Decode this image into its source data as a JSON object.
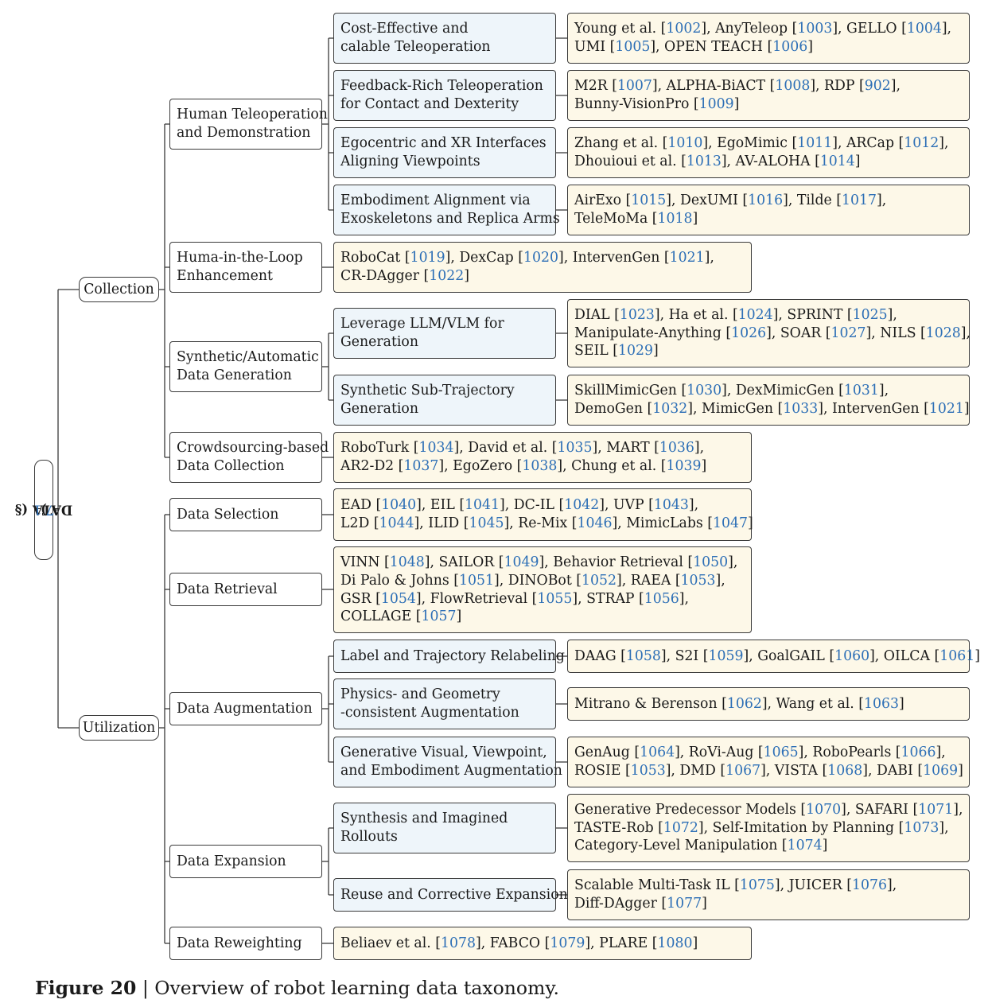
{
  "root": {
    "label": "DATA (§ ",
    "ref": "7.1",
    "suffix": ")"
  },
  "caption": {
    "label": "Figure 20",
    "sep": " | ",
    "text": "Overview of robot learning data taxonomy."
  },
  "groups": [
    {
      "id": "collection",
      "label": "Collection",
      "categories": [
        {
          "id": "teleop",
          "label": [
            "Human Teleoperation",
            "and Demonstration"
          ],
          "subs": [
            {
              "label": [
                "Cost-Effective and",
                "calable Teleoperation"
              ],
              "refs": [
                [
                  [
                    "Young et al. ",
                    "1002"
                  ],
                  [
                    "AnyTeleop ",
                    "1003"
                  ],
                  [
                    "GELLO ",
                    "1004"
                  ]
                ],
                [
                  [
                    "UMI ",
                    "1005"
                  ],
                  [
                    "OPEN TEACH ",
                    "1006"
                  ]
                ]
              ]
            },
            {
              "label": [
                "Feedback-Rich Teleoperation",
                "for Contact and Dexterity"
              ],
              "refs": [
                [
                  [
                    "M2R ",
                    "1007"
                  ],
                  [
                    "ALPHA-BiACT ",
                    "1008"
                  ],
                  [
                    "RDP ",
                    "902"
                  ]
                ],
                [
                  [
                    "Bunny-VisionPro ",
                    "1009"
                  ]
                ]
              ]
            },
            {
              "label": [
                "Egocentric and XR Interfaces",
                "Aligning Viewpoints"
              ],
              "refs": [
                [
                  [
                    "Zhang et al. ",
                    "1010"
                  ],
                  [
                    "EgoMimic ",
                    "1011"
                  ],
                  [
                    "ARCap ",
                    "1012"
                  ]
                ],
                [
                  [
                    "Dhouioui et al. ",
                    "1013"
                  ],
                  [
                    "AV-ALOHA ",
                    "1014"
                  ]
                ]
              ]
            },
            {
              "label": [
                "Embodiment Alignment via",
                "Exoskeletons and Replica Arms"
              ],
              "refs": [
                [
                  [
                    "AirExo ",
                    "1015"
                  ],
                  [
                    "DexUMI ",
                    "1016"
                  ],
                  [
                    "Tilde ",
                    "1017"
                  ]
                ],
                [
                  [
                    "TeleMoMa ",
                    "1018"
                  ]
                ]
              ]
            }
          ]
        },
        {
          "id": "hitl",
          "label": [
            "Huma-in-the-Loop",
            "Enhancement"
          ],
          "refs": [
            [
              [
                "RoboCat ",
                "1019"
              ],
              [
                "DexCap ",
                "1020"
              ],
              [
                "IntervenGen ",
                "1021"
              ]
            ],
            [
              [
                "CR-DAgger ",
                "1022"
              ]
            ]
          ]
        },
        {
          "id": "synthetic",
          "label": [
            "Synthetic/Automatic",
            "Data Generation"
          ],
          "subs": [
            {
              "label": [
                "Leverage LLM/VLM for",
                "Generation"
              ],
              "refs": [
                [
                  [
                    "DIAL ",
                    "1023"
                  ],
                  [
                    "Ha et al. ",
                    "1024"
                  ],
                  [
                    "SPRINT ",
                    "1025"
                  ]
                ],
                [
                  [
                    "Manipulate-Anything ",
                    "1026"
                  ],
                  [
                    "SOAR ",
                    "1027"
                  ],
                  [
                    "NILS ",
                    "1028"
                  ]
                ],
                [
                  [
                    "SEIL ",
                    "1029"
                  ]
                ]
              ]
            },
            {
              "label": [
                "Synthetic Sub-Trajectory",
                "Generation"
              ],
              "refs": [
                [
                  [
                    "SkillMimicGen ",
                    "1030"
                  ],
                  [
                    "DexMimicGen ",
                    "1031"
                  ]
                ],
                [
                  [
                    "DemoGen ",
                    "1032"
                  ],
                  [
                    "MimicGen ",
                    "1033"
                  ],
                  [
                    "IntervenGen ",
                    "1021"
                  ]
                ]
              ]
            }
          ]
        },
        {
          "id": "crowd",
          "label": [
            "Crowdsourcing-based",
            "Data Collection"
          ],
          "refs": [
            [
              [
                "RoboTurk ",
                "1034"
              ],
              [
                "David et al. ",
                "1035"
              ],
              [
                "MART ",
                "1036"
              ]
            ],
            [
              [
                "AR2-D2 ",
                "1037"
              ],
              [
                "EgoZero ",
                "1038"
              ],
              [
                "Chung et al. ",
                "1039"
              ]
            ]
          ]
        }
      ]
    },
    {
      "id": "utilization",
      "label": "Utilization",
      "categories": [
        {
          "id": "selection",
          "label": [
            "Data Selection"
          ],
          "refs": [
            [
              [
                "EAD ",
                "1040"
              ],
              [
                "EIL ",
                "1041"
              ],
              [
                "DC-IL ",
                "1042"
              ],
              [
                "UVP ",
                "1043"
              ]
            ],
            [
              [
                "L2D ",
                "1044"
              ],
              [
                "ILID ",
                "1045"
              ],
              [
                "Re-Mix ",
                "1046"
              ],
              [
                "MimicLabs ",
                "1047"
              ]
            ]
          ]
        },
        {
          "id": "retrieval",
          "label": [
            "Data Retrieval"
          ],
          "refs": [
            [
              [
                "VINN ",
                "1048"
              ],
              [
                "SAILOR ",
                "1049"
              ],
              [
                "Behavior Retrieval ",
                "1050"
              ]
            ],
            [
              [
                "Di Palo & Johns ",
                "1051"
              ],
              [
                "DINOBot ",
                "1052"
              ],
              [
                "RAEA ",
                "1053"
              ]
            ],
            [
              [
                "GSR ",
                "1054"
              ],
              [
                "FlowRetrieval ",
                "1055"
              ],
              [
                "STRAP ",
                "1056"
              ]
            ],
            [
              [
                "COLLAGE ",
                "1057"
              ]
            ]
          ]
        },
        {
          "id": "augmentation",
          "label": [
            "Data Augmentation"
          ],
          "subs": [
            {
              "label": [
                "Label and Trajectory Relabeling"
              ],
              "refs": [
                [
                  [
                    "DAAG ",
                    "1058"
                  ],
                  [
                    "S2I ",
                    "1059"
                  ],
                  [
                    "GoalGAIL ",
                    "1060"
                  ],
                  [
                    "OILCA ",
                    "1061"
                  ]
                ]
              ]
            },
            {
              "label": [
                "Physics- and Geometry",
                "-consistent Augmentation"
              ],
              "refs": [
                [
                  [
                    "Mitrano & Berenson ",
                    "1062"
                  ],
                  [
                    "Wang et al. ",
                    "1063"
                  ]
                ]
              ]
            },
            {
              "label": [
                "Generative Visual, Viewpoint,",
                "and Embodiment Augmentation"
              ],
              "refs": [
                [
                  [
                    "GenAug ",
                    "1064"
                  ],
                  [
                    "RoVi-Aug ",
                    "1065"
                  ],
                  [
                    "RoboPearls ",
                    "1066"
                  ]
                ],
                [
                  [
                    "ROSIE ",
                    "1053"
                  ],
                  [
                    "DMD ",
                    "1067"
                  ],
                  [
                    "VISTA ",
                    "1068"
                  ],
                  [
                    "DABI ",
                    "1069"
                  ]
                ]
              ]
            }
          ]
        },
        {
          "id": "expansion",
          "label": [
            "Data Expansion"
          ],
          "subs": [
            {
              "label": [
                "Synthesis and Imagined",
                "Rollouts"
              ],
              "refs": [
                [
                  [
                    "Generative Predecessor Models ",
                    "1070"
                  ],
                  [
                    "SAFARI ",
                    "1071"
                  ]
                ],
                [
                  [
                    "TASTE-Rob ",
                    "1072"
                  ],
                  [
                    "Self-Imitation by Planning ",
                    "1073"
                  ]
                ],
                [
                  [
                    "Category-Level Manipulation ",
                    "1074"
                  ]
                ]
              ]
            },
            {
              "label": [
                "Reuse and Corrective Expansion"
              ],
              "refs": [
                [
                  [
                    "Scalable Multi-Task IL ",
                    "1075"
                  ],
                  [
                    "JUICER ",
                    "1076"
                  ]
                ],
                [
                  [
                    "Diff-DAgger ",
                    "1077"
                  ]
                ]
              ]
            }
          ]
        },
        {
          "id": "reweighting",
          "label": [
            "Data Reweighting"
          ],
          "refs": [
            [
              [
                "Beliaev et al. ",
                "1078"
              ],
              [
                "FABCO ",
                "1079"
              ],
              [
                "PLARE ",
                "1080"
              ]
            ]
          ]
        }
      ]
    }
  ]
}
